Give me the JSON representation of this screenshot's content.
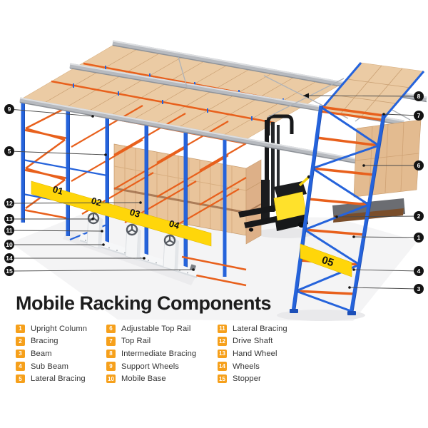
{
  "title": "Mobile Racking Components",
  "aisle_labels": [
    "01",
    "02",
    "03",
    "04",
    "05"
  ],
  "callouts": [
    {
      "num": "9"
    },
    {
      "num": "5"
    },
    {
      "num": "12"
    },
    {
      "num": "13"
    },
    {
      "num": "11"
    },
    {
      "num": "10"
    },
    {
      "num": "14"
    },
    {
      "num": "15"
    },
    {
      "num": "8"
    },
    {
      "num": "7"
    },
    {
      "num": "6"
    },
    {
      "num": "2"
    },
    {
      "num": "1"
    },
    {
      "num": "4"
    },
    {
      "num": "3"
    }
  ],
  "legend": {
    "columns": [
      {
        "items": [
          {
            "num": "1",
            "label": "Upright Column"
          },
          {
            "num": "2",
            "label": "Bracing"
          },
          {
            "num": "3",
            "label": "Beam"
          },
          {
            "num": "4",
            "label": "Sub Beam"
          },
          {
            "num": "5",
            "label": "Lateral Bracing"
          }
        ]
      },
      {
        "items": [
          {
            "num": "6",
            "label": "Adjustable Top Rail"
          },
          {
            "num": "7",
            "label": "Top Rail"
          },
          {
            "num": "8",
            "label": "Intermediate Bracing"
          },
          {
            "num": "9",
            "label": "Support Wheels"
          },
          {
            "num": "10",
            "label": "Mobile Base"
          }
        ]
      },
      {
        "items": [
          {
            "num": "11",
            "label": "Lateral Bracing"
          },
          {
            "num": "12",
            "label": "Drive Shaft"
          },
          {
            "num": "13",
            "label": "Hand Wheel"
          },
          {
            "num": "14",
            "label": "Wheels"
          },
          {
            "num": "15",
            "label": "Stopper"
          }
        ]
      }
    ]
  },
  "colors": {
    "rack_blue": "#2563DB",
    "rack_orange": "#E8601C",
    "banner_yellow": "#FFD60A",
    "box_tan": "#E9C49B",
    "rail_gray": "#B7BABF",
    "forklift_yellow": "#FFE12B",
    "badge_orange": "#F6A01B",
    "callout_black": "#141414"
  }
}
